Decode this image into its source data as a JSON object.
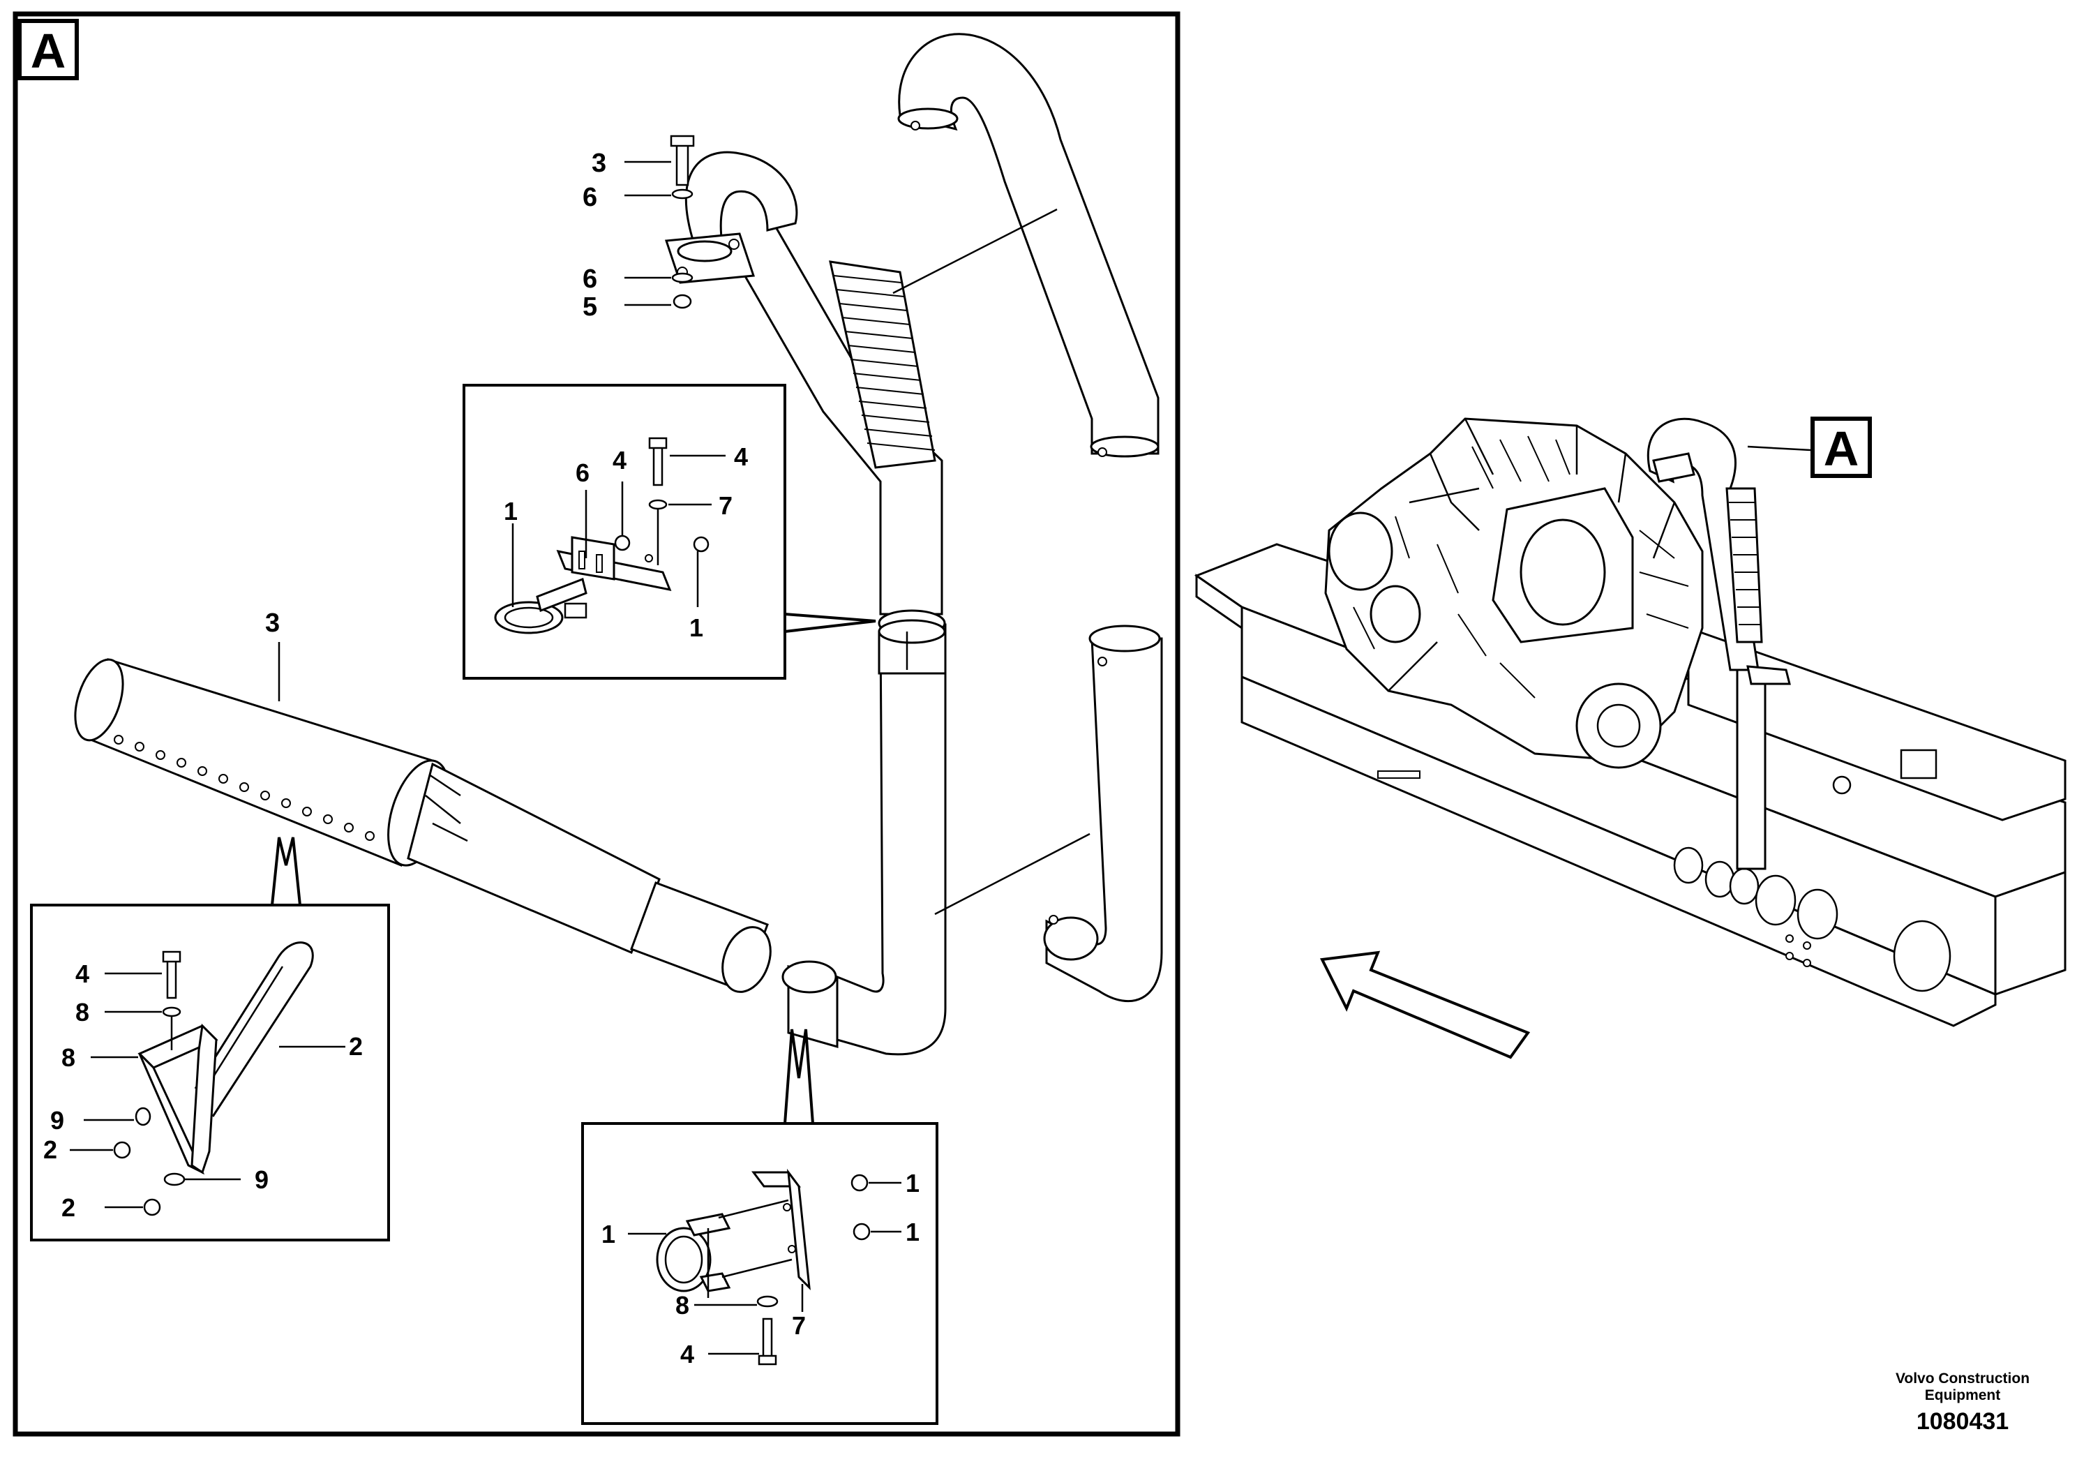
{
  "main_panel": {
    "letter": "A"
  },
  "overview": {
    "callout_letter": "A"
  },
  "callouts_main": [
    {
      "id": "c-top-3",
      "num": "3"
    },
    {
      "id": "c-top-6a",
      "num": "6"
    },
    {
      "id": "c-top-6b",
      "num": "6"
    },
    {
      "id": "c-top-5",
      "num": "5"
    },
    {
      "id": "c-muffler-3",
      "num": "3"
    }
  ],
  "detail_upper_clamp": {
    "labels": [
      {
        "id": "d1-6",
        "num": "6"
      },
      {
        "id": "d1-4a",
        "num": "4"
      },
      {
        "id": "d1-4b",
        "num": "4"
      },
      {
        "id": "d1-7",
        "num": "7"
      },
      {
        "id": "d1-1a",
        "num": "1"
      },
      {
        "id": "d1-1b",
        "num": "1"
      }
    ]
  },
  "detail_muffler_bracket": {
    "labels": [
      {
        "id": "d2-4",
        "num": "4"
      },
      {
        "id": "d2-8a",
        "num": "8"
      },
      {
        "id": "d2-8b",
        "num": "8"
      },
      {
        "id": "d2-2a",
        "num": "2"
      },
      {
        "id": "d2-9a",
        "num": "9"
      },
      {
        "id": "d2-2b",
        "num": "2"
      },
      {
        "id": "d2-9b",
        "num": "9"
      },
      {
        "id": "d2-2c",
        "num": "2"
      }
    ]
  },
  "detail_lower_clamp": {
    "labels": [
      {
        "id": "d3-1a",
        "num": "1"
      },
      {
        "id": "d3-1b",
        "num": "1"
      },
      {
        "id": "d3-1c",
        "num": "1"
      },
      {
        "id": "d3-8",
        "num": "8"
      },
      {
        "id": "d3-7",
        "num": "7"
      },
      {
        "id": "d3-4",
        "num": "4"
      }
    ]
  },
  "footer": {
    "company_line1": "Volvo Construction",
    "company_line2": "Equipment",
    "drawing_number": "1080431"
  }
}
